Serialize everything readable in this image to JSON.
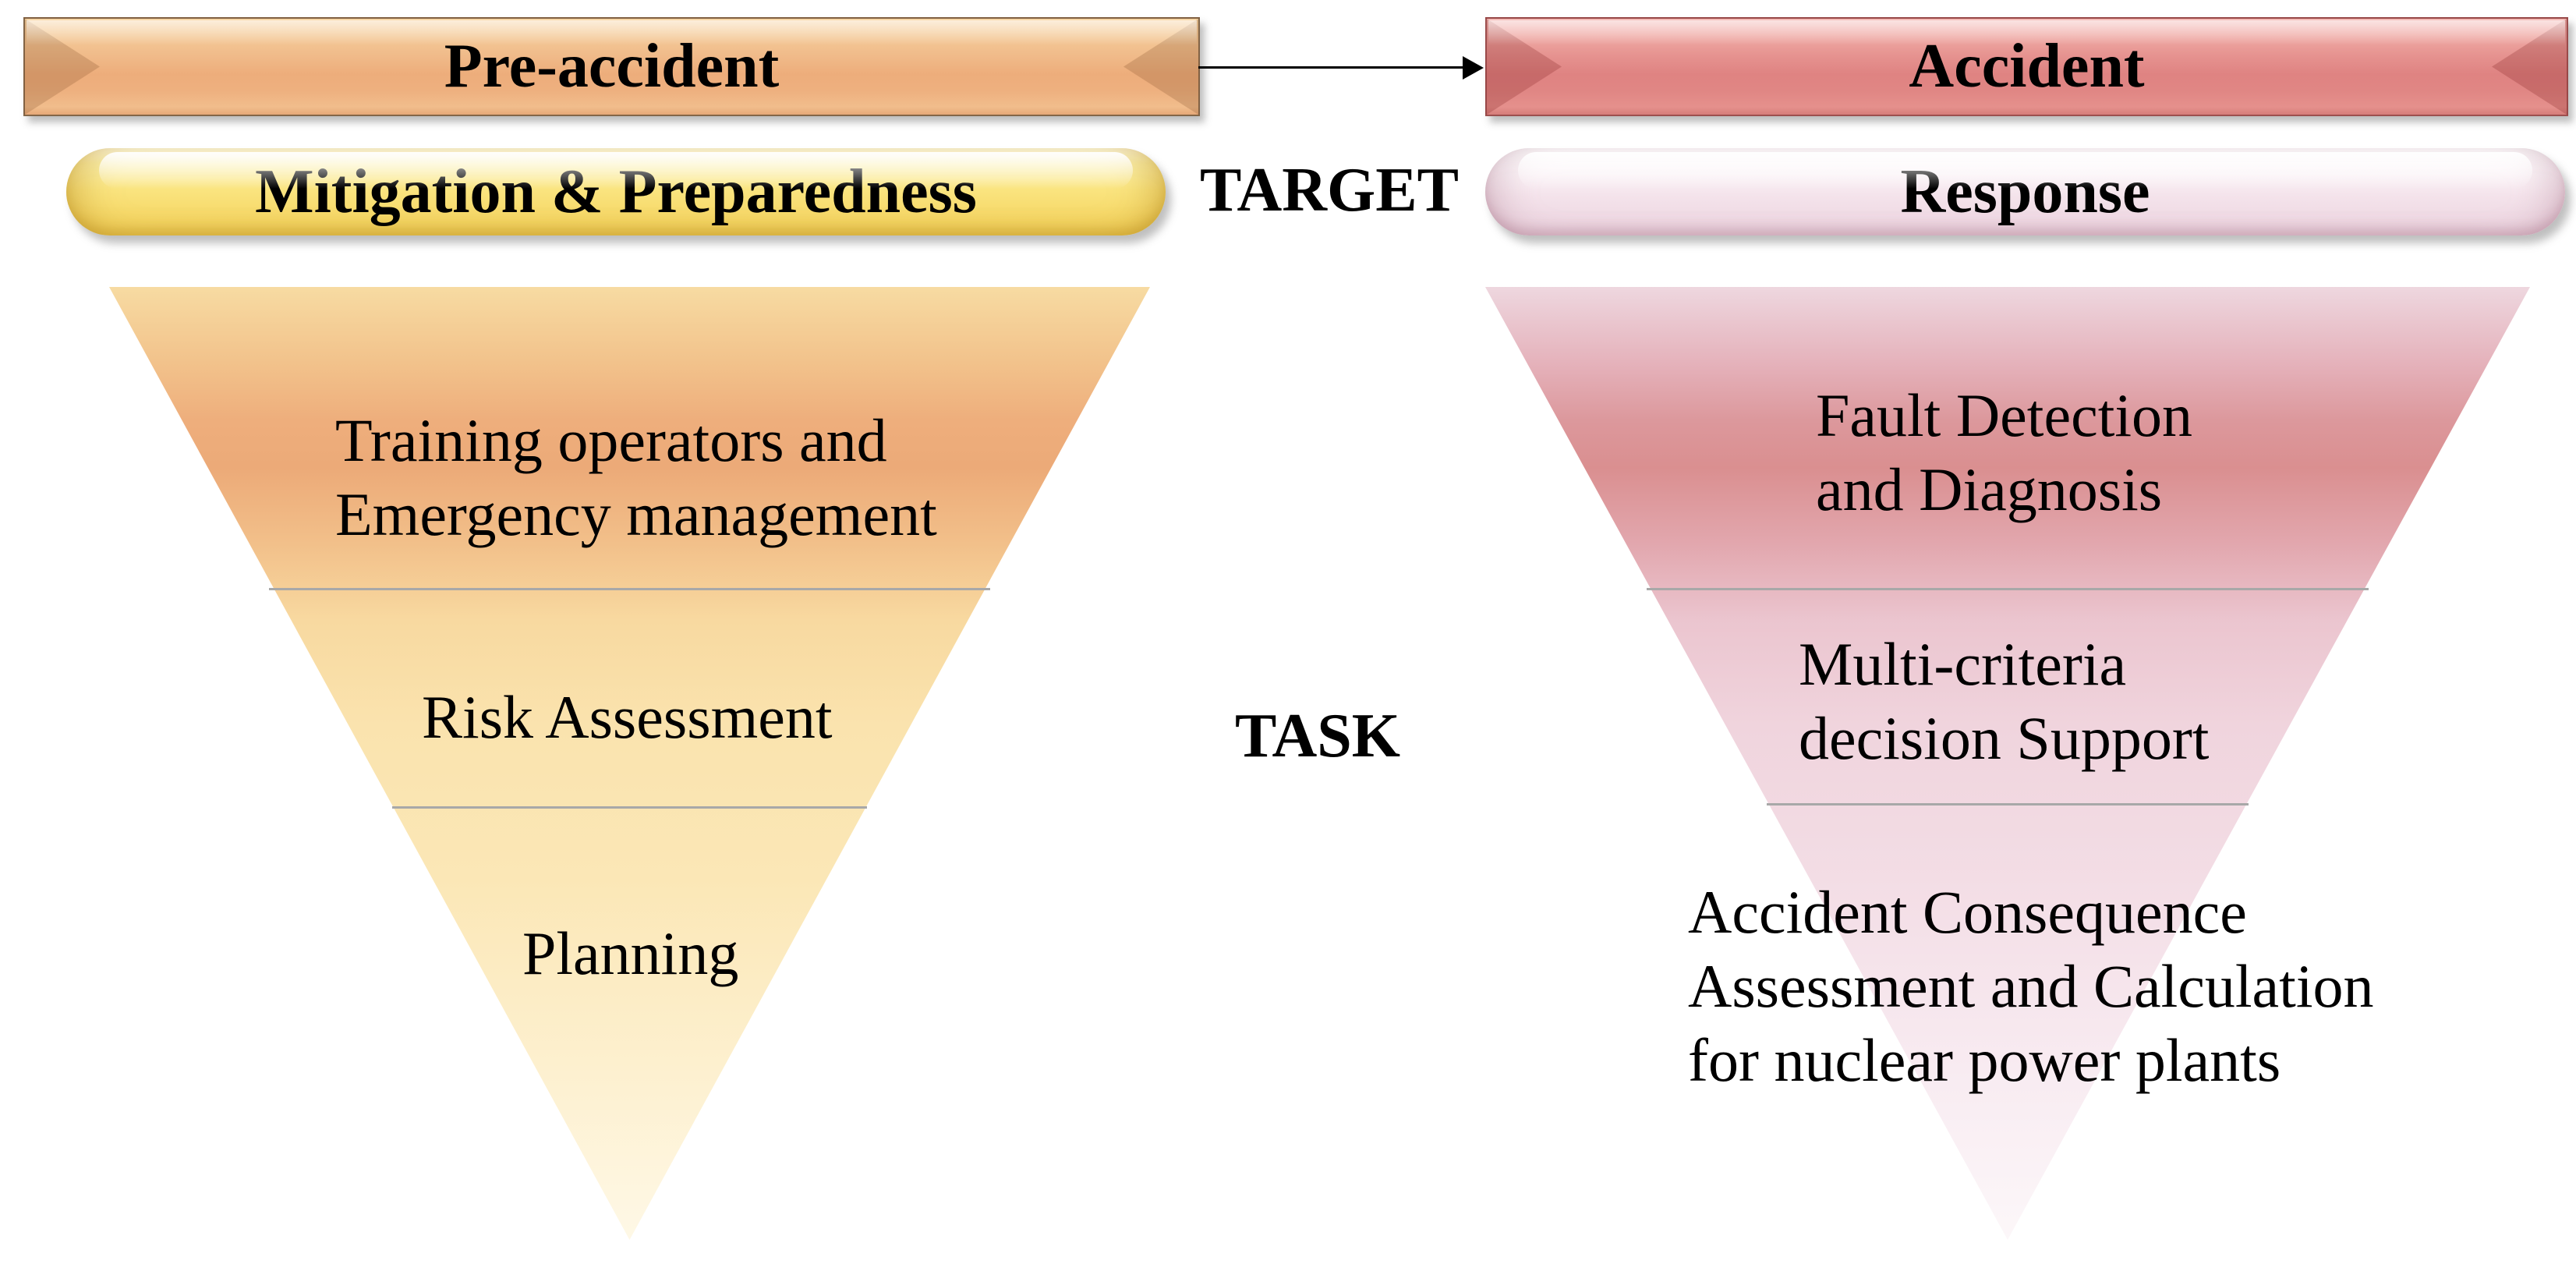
{
  "diagram": {
    "banners": {
      "pre_accident": "Pre-accident",
      "accident": "Accident"
    },
    "pills": {
      "mitigation": "Mitigation & Preparedness",
      "response": "Response"
    },
    "labels": {
      "target": "TARGET",
      "task": "TASK"
    },
    "left_funnel": {
      "tier1_line1": "Training operators and",
      "tier1_line2": "Emergency management",
      "tier2_line1": "Risk Assessment",
      "tier3_line1": "Planning"
    },
    "right_funnel": {
      "tier1_line1": "Fault Detection",
      "tier1_line2": "and Diagnosis",
      "tier2_line1": "Multi-criteria",
      "tier2_line2": "decision Support",
      "tier3_line1": "Accident Consequence",
      "tier3_line2": "Assessment and Calculation",
      "tier3_line3": "for nuclear power plants"
    },
    "colors": {
      "pre_accident_banner": "#edad7b",
      "accident_banner": "#df8382",
      "mitigation_pill": "#fae47f",
      "response_pill": "#f3e1e9",
      "left_funnel_dark_band": "#ecaa78",
      "left_funnel_light": "#fef8e6",
      "right_funnel_dark_band": "#da8f90",
      "right_funnel_light": "#fcf7f9",
      "divider": "#a8a8a8",
      "arrow": "#000000",
      "text": "#000000"
    }
  }
}
